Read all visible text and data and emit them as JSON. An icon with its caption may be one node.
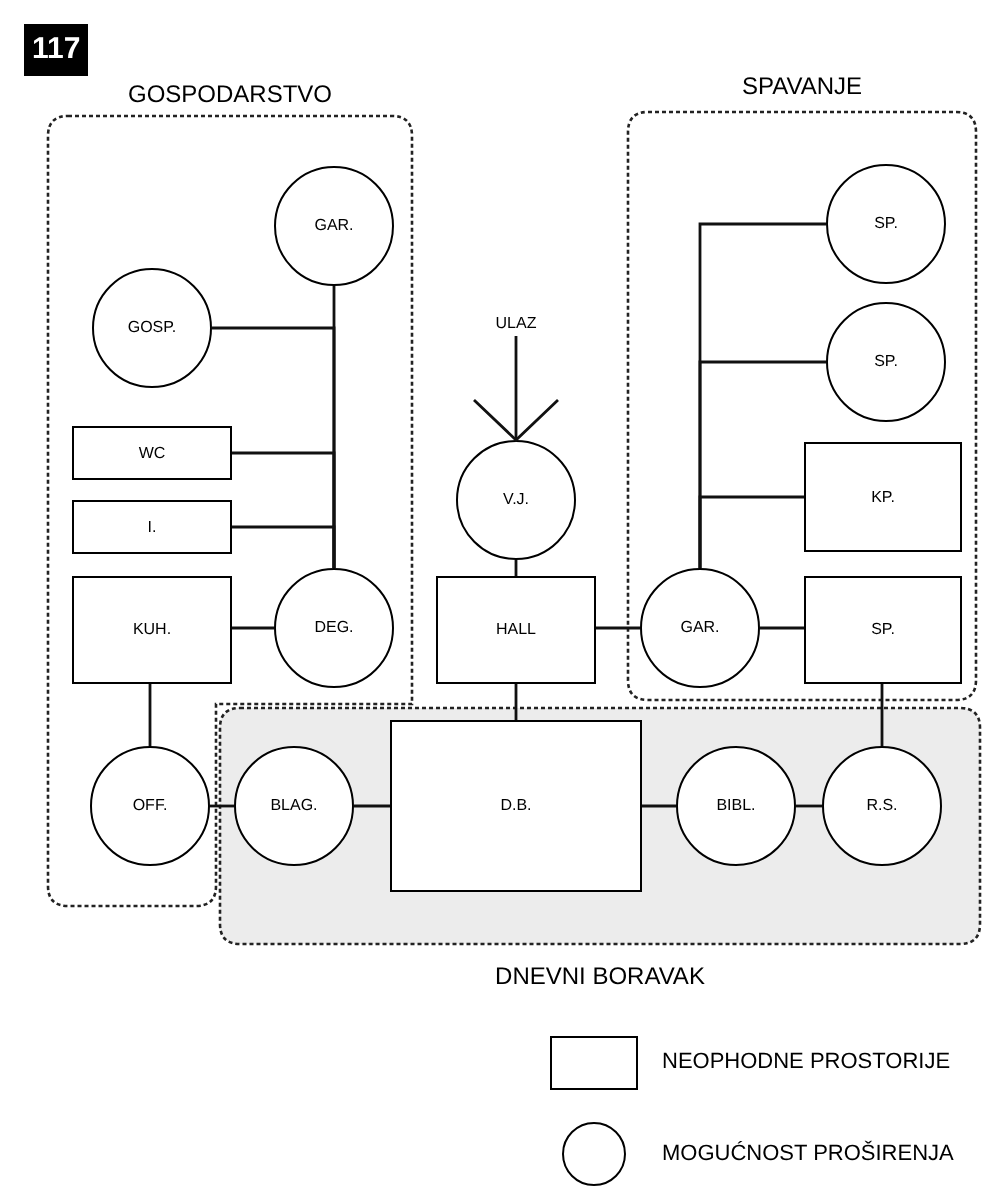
{
  "diagram": {
    "nodes": [
      {
        "text": [
          "GOSPODARSTVO"
        ]
      },
      {
        "text": [
          "GAR."
        ],
        "in": 0
      },
      {
        "text": [
          "GOSP."
        ],
        "in": 0
      },
      {
        "text": [
          "WC"
        ],
        "in": 0
      },
      {
        "text": [
          "I."
        ],
        "in": 0
      },
      {
        "text": [
          "KUH."
        ],
        "in": 0
      },
      {
        "text": [
          "DEG."
        ],
        "in": 0
      },
      {
        "text": [
          "OFF."
        ],
        "in": 0
      },
      {
        "text": [
          "SPAVANJE"
        ]
      },
      {
        "text": [
          "SP."
        ],
        "in": 8
      },
      {
        "text": [
          "SP."
        ],
        "in": 8
      },
      {
        "text": [
          "KP."
        ],
        "in": 8
      },
      {
        "text": [
          "GAR."
        ],
        "in": 8
      },
      {
        "text": [
          "SP."
        ],
        "in": 8
      },
      {
        "text": [
          "ULAZ"
        ]
      },
      {
        "text": [
          "V.J."
        ]
      },
      {
        "text": [
          "HALL"
        ]
      },
      {
        "text": [
          "DNEVNI BORAVAK"
        ]
      },
      {
        "text": [
          "BLAG."
        ],
        "in": 17
      },
      {
        "text": [
          "D.B."
        ],
        "in": 17
      },
      {
        "text": [
          "BIBL."
        ],
        "in": 17
      },
      {
        "text": [
          "R.S."
        ],
        "in": 17
      }
    ],
    "edges": [
      {
        "from": 1,
        "to": 6,
        "arrow": "none"
      },
      {
        "from": 2,
        "to": 6,
        "arrow": "none"
      },
      {
        "from": 3,
        "to": 6,
        "arrow": "none"
      },
      {
        "from": 4,
        "to": 6,
        "arrow": "none"
      },
      {
        "from": 5,
        "to": 6,
        "arrow": "none"
      },
      {
        "from": 5,
        "to": 7,
        "arrow": "none"
      },
      {
        "from": 7,
        "to": 18,
        "arrow": "none"
      },
      {
        "from": 14,
        "to": 15,
        "arrow": "to"
      },
      {
        "from": 15,
        "to": 16,
        "arrow": "none"
      },
      {
        "from": 16,
        "to": 19,
        "arrow": "none"
      },
      {
        "from": 16,
        "to": 12,
        "arrow": "none"
      },
      {
        "from": 12,
        "to": 13,
        "arrow": "none"
      },
      {
        "from": 9,
        "to": 12,
        "arrow": "none"
      },
      {
        "from": 10,
        "to": 12,
        "arrow": "none"
      },
      {
        "from": 11,
        "to": 12,
        "arrow": "none"
      },
      {
        "from": 13,
        "to": 21,
        "arrow": "none"
      },
      {
        "from": 18,
        "to": 19,
        "arrow": "none"
      },
      {
        "from": 19,
        "to": 20,
        "arrow": "none"
      },
      {
        "from": 20,
        "to": 21,
        "arrow": "none"
      }
    ],
    "labels": [
      "117"
    ],
    "legend": [
      {
        "text": "NEOPHODNE PROSTORIJE"
      },
      {
        "text": "MOGUĆNOST PROŠIRENJA"
      }
    ]
  }
}
